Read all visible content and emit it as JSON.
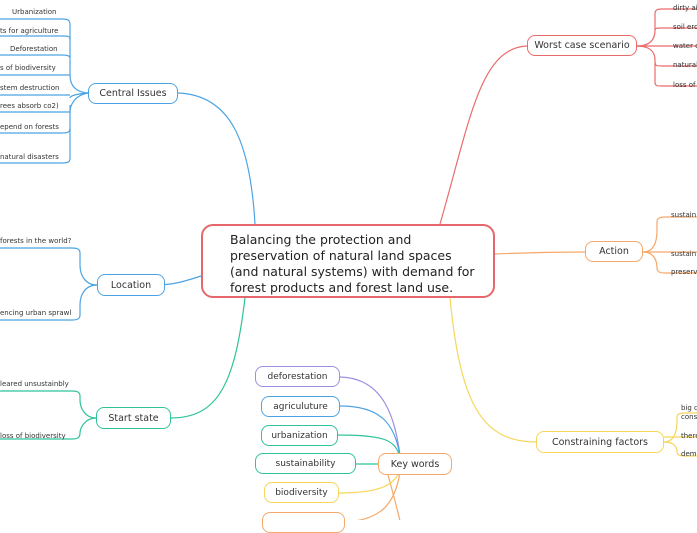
{
  "central_topic": "Balancing the protection and preservation of natural land spaces (and natural systems) with demand for forest products and forest land use.",
  "colors": {
    "central_border": "#e5676b",
    "central_issues": "#4da3e3",
    "worst_case": "#ea6b6b",
    "action": "#f5a86a",
    "constraining": "#f5d65a",
    "location": "#4da3e3",
    "start_state": "#2fc39a",
    "keywords": "#f5a86a"
  },
  "central_issues": {
    "label": "Central Issues",
    "items": [
      "Urbanization",
      "ts for agriculture",
      "Deforestation",
      "s of biodiversity",
      "stem destruction",
      "rees absorb co2)",
      "epend on forests",
      "natural disasters"
    ]
  },
  "worst_case": {
    "label": "Worst case scenario",
    "items": [
      "dirty ai",
      "soil ero",
      "water c",
      "natural",
      "loss of"
    ]
  },
  "action": {
    "label": "Action",
    "items": [
      "sustain",
      "sustain",
      "preserv"
    ]
  },
  "constraining": {
    "label": "Constraining factors",
    "items": [
      "big c",
      "cons",
      "there",
      "dem"
    ]
  },
  "location": {
    "label": "Location",
    "items": [
      "forests in the world?",
      "encing urban sprawl"
    ]
  },
  "start_state": {
    "label": "Start state",
    "items": [
      "leared unsustainbly",
      "loss of biodiversity"
    ]
  },
  "keywords": {
    "label": "Key words",
    "items": [
      "deforestation",
      "agriculuture",
      "urbanization",
      "sustainability",
      "biodiversity"
    ]
  }
}
